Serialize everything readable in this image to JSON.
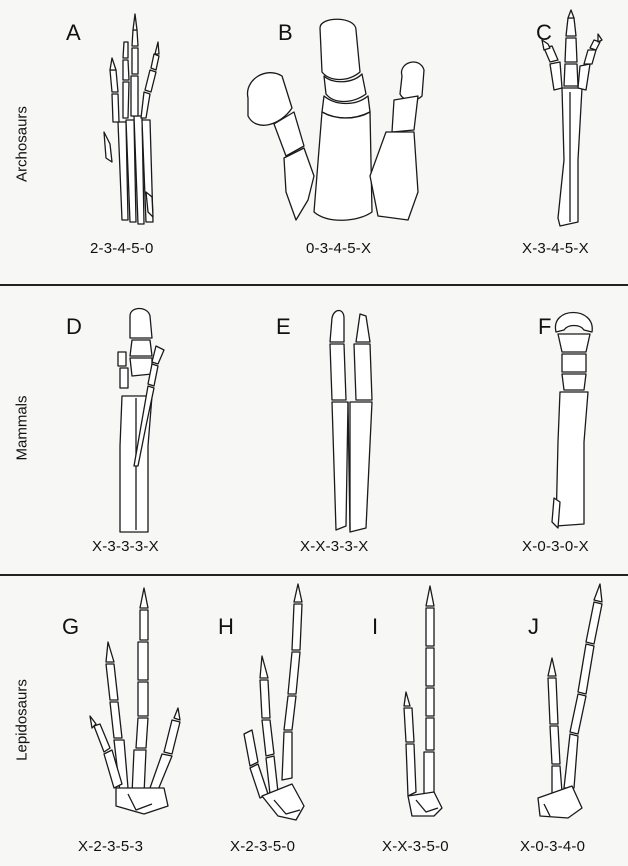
{
  "groups": {
    "archosaurs": "Archosaurs",
    "mammals": "Mammals",
    "lepidosaurs": "Lepidosaurs"
  },
  "panels": {
    "A": {
      "letter": "A",
      "formula": "2-3-4-5-0"
    },
    "B": {
      "letter": "B",
      "formula": "0-3-4-5-X"
    },
    "C": {
      "letter": "C",
      "formula": "X-3-4-5-X"
    },
    "D": {
      "letter": "D",
      "formula": "X-3-3-3-X"
    },
    "E": {
      "letter": "E",
      "formula": "X-X-3-3-X"
    },
    "F": {
      "letter": "F",
      "formula": "X-0-3-0-X"
    },
    "G": {
      "letter": "G",
      "formula": "X-2-3-5-3"
    },
    "H": {
      "letter": "H",
      "formula": "X-2-3-5-0"
    },
    "I": {
      "letter": "I",
      "formula": "X-X-3-5-0"
    },
    "J": {
      "letter": "J",
      "formula": "X-0-3-4-0"
    }
  }
}
